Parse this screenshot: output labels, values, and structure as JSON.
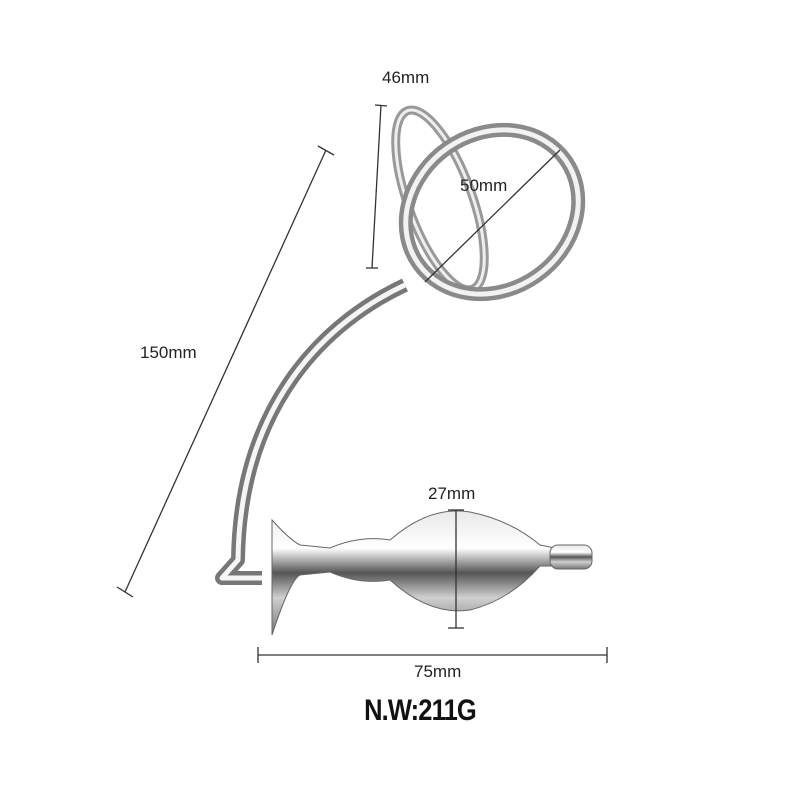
{
  "dimensions": {
    "ring_depth": "46mm",
    "ring_diameter": "50mm",
    "total_length": "150mm",
    "plug_diameter": "27mm",
    "plug_length": "75mm"
  },
  "net_weight": "N.W:211G",
  "colors": {
    "metal_light": "#f4f4f4",
    "metal_dark": "#3a3a3a",
    "line": "#333333"
  }
}
